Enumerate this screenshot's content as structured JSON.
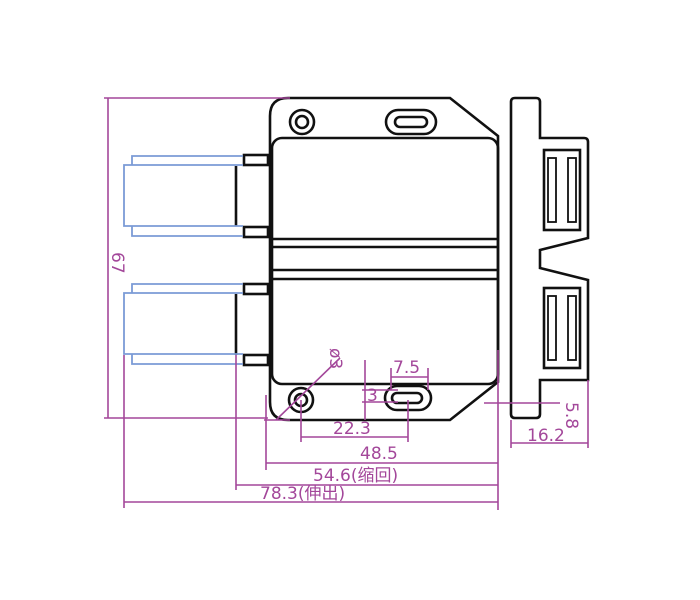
{
  "dimensions": {
    "height": "67",
    "hole_diameter": "ø3",
    "slot_width": "7.5",
    "slot_height": "3",
    "hole_spacing": "22.3",
    "body_length": "48.5",
    "retracted_length": "54.6(缩回)",
    "extended_length": "78.3(伸出)",
    "plate_offset": "5.8",
    "plate_depth": "16.2"
  },
  "colors": {
    "outline": "#111111",
    "dimension": "#a3479a",
    "plunger": "#7b9bd6"
  }
}
